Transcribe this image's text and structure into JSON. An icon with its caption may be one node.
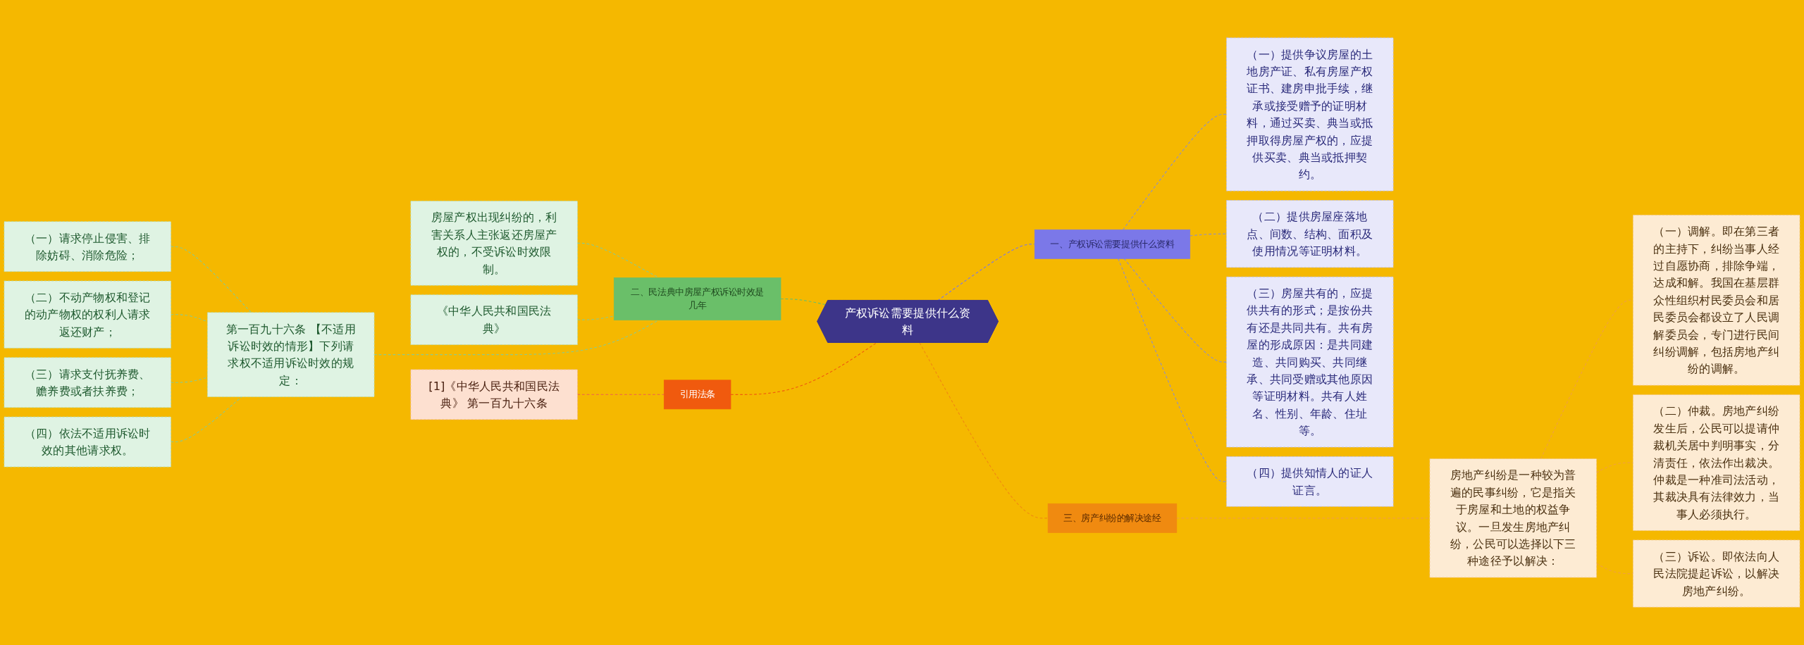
{
  "diagram": {
    "nodes": [
      {
        "text": [
          "产权诉讼需要提供什么资料"
        ]
      },
      {
        "text": [
          "一、产权诉讼需要提供什么资料"
        ]
      },
      {
        "text": [
          "（一）提供争议房屋的土地房产证、私有房屋产权证书、建房申批手续，继承或接受赠予的证明材料，通过买卖、典当或抵押取得房屋产权的，应提供买卖、典当或抵押契约。"
        ]
      },
      {
        "text": [
          "（二）提供房屋座落地点、间数、结构、面积及使用情况等证明材料。"
        ]
      },
      {
        "text": [
          "（三）房屋共有的，应提供共有的形式；是按份共有还是共同共有。共有房屋的形成原因：是共同建造、共同购买、共同继承、共同受赠或其他原因等证明材料。共有人姓名、性别、年龄、住址等。"
        ]
      },
      {
        "text": [
          "（四）提供知情人的证人证言。"
        ]
      },
      {
        "text": [
          "三、房产纠纷的解决途经"
        ]
      },
      {
        "text": [
          "房地产纠纷是一种较为普遍的民事纠纷，它是指关于房屋和土地的权益争议。一旦发生房地产纠纷，公民可以选择以下三种途径予以解决："
        ]
      },
      {
        "text": [
          "（一）调解。即在第三者的主持下，纠纷当事人经过自愿协商，排除争端，达成和解。我国在基层群众性组织村民委员会和居民委员会都设立了人民调解委员会，专门进行民间纠纷调解，包括房地产纠纷的调解。"
        ]
      },
      {
        "text": [
          "（二）仲裁。房地产纠纷发生后，公民可以提请仲裁机关居中判明事实，分清责任，依法作出裁决。仲裁是一种准司法活动，其裁决具有法律效力，当事人必须执行。"
        ]
      },
      {
        "text": [
          "（三）诉讼。即依法向人民法院提起诉讼，以解决房地产纠纷。"
        ]
      },
      {
        "text": [
          "二、民法典中房屋产权诉讼时效是几年"
        ]
      },
      {
        "text": [
          "房屋产权出现纠纷的，利害关系人主张返还房屋产权的，不受诉讼时效限制。"
        ]
      },
      {
        "text": [
          "《中华人民共和国民法典》"
        ]
      },
      {
        "text": [
          "第一百九十六条 【不适用诉讼时效的情形】下列请求权不适用诉讼时效的规定："
        ]
      },
      {
        "text": [
          "（一）请求停止侵害、排除妨碍、消除危险；"
        ]
      },
      {
        "text": [
          "（二）不动产物权和登记的动产物权的权利人请求返还财产；"
        ]
      },
      {
        "text": [
          "（三）请求支付抚养费、赡养费或者扶养费；"
        ]
      },
      {
        "text": [
          "（四）依法不适用诉讼时效的其他请求权。"
        ]
      },
      {
        "text": [
          "引用法条"
        ]
      },
      {
        "text": [
          "[1]《中华人民共和国民法典》 第一百九十六条"
        ]
      }
    ],
    "edges": [
      {
        "from": 0,
        "to": 1,
        "arrow": "none",
        "style": "dashed",
        "color": "#7b78e8"
      },
      {
        "from": 1,
        "to": 2,
        "arrow": "none",
        "style": "dashed",
        "color": "#8f8fc8"
      },
      {
        "from": 1,
        "to": 3,
        "arrow": "none",
        "style": "dashed",
        "color": "#8f8fc8"
      },
      {
        "from": 1,
        "to": 4,
        "arrow": "none",
        "style": "dashed",
        "color": "#8f8fc8"
      },
      {
        "from": 1,
        "to": 5,
        "arrow": "none",
        "style": "dashed",
        "color": "#8f8fc8"
      },
      {
        "from": 0,
        "to": 6,
        "arrow": "none",
        "style": "dashed",
        "color": "#f08a10"
      },
      {
        "from": 6,
        "to": 7,
        "arrow": "none",
        "style": "dashed",
        "color": "#f0a040"
      },
      {
        "from": 7,
        "to": 8,
        "arrow": "none",
        "style": "dashed",
        "color": "#f0a040"
      },
      {
        "from": 7,
        "to": 9,
        "arrow": "none",
        "style": "dashed",
        "color": "#f0a040"
      },
      {
        "from": 7,
        "to": 10,
        "arrow": "none",
        "style": "dashed",
        "color": "#f0a040"
      },
      {
        "from": 11,
        "to": 0,
        "arrow": "none",
        "style": "dashed",
        "color": "#6abf69"
      },
      {
        "from": 12,
        "to": 11,
        "arrow": "none",
        "style": "dashed",
        "color": "#8cc98c"
      },
      {
        "from": 13,
        "to": 11,
        "arrow": "none",
        "style": "dashed",
        "color": "#8cc98c"
      },
      {
        "from": 14,
        "to": 11,
        "arrow": "none",
        "style": "dashed",
        "color": "#8cc98c"
      },
      {
        "from": 15,
        "to": 14,
        "arrow": "none",
        "style": "dashed",
        "color": "#8cc98c"
      },
      {
        "from": 16,
        "to": 14,
        "arrow": "none",
        "style": "dashed",
        "color": "#8cc98c"
      },
      {
        "from": 17,
        "to": 14,
        "arrow": "none",
        "style": "dashed",
        "color": "#8cc98c"
      },
      {
        "from": 18,
        "to": 14,
        "arrow": "none",
        "style": "dashed",
        "color": "#8cc98c"
      },
      {
        "from": 19,
        "to": 0,
        "arrow": "none",
        "style": "dashed",
        "color": "#f05a0e"
      },
      {
        "from": 20,
        "to": 19,
        "arrow": "none",
        "style": "dashed",
        "color": "#f07040"
      }
    ]
  }
}
